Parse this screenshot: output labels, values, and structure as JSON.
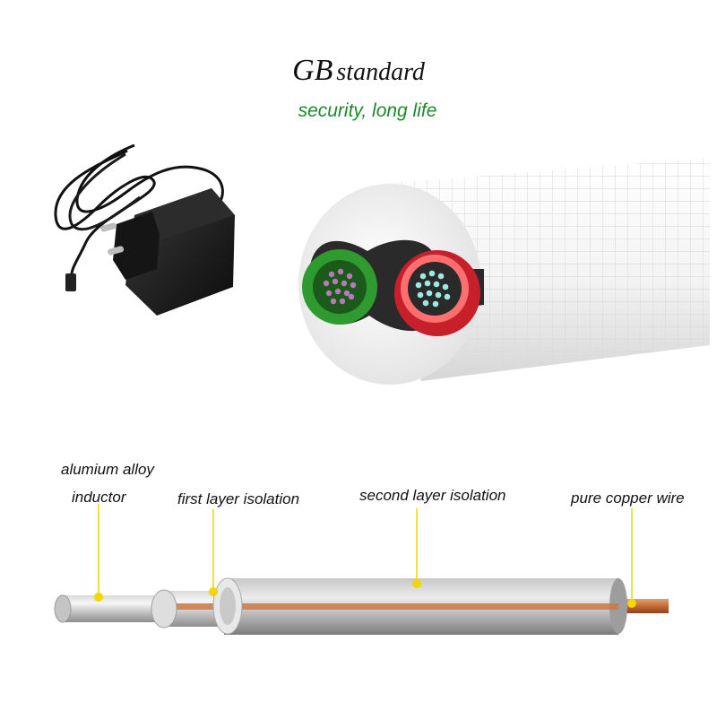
{
  "heading": {
    "prefix": "GB",
    "suffix": "standard"
  },
  "subheading": "security, long life",
  "colors": {
    "accent_green": "#1a8a2a",
    "leader_yellow": "#f2d600",
    "copper": "#c8703a"
  },
  "callouts": {
    "alloy_line1": "alumium alloy",
    "alloy_line2": "inductor",
    "first_layer": "first layer isolation",
    "second_layer": "second layer isolation",
    "copper": "pure copper wire"
  },
  "images": [
    "power-adapter",
    "twin-core-cable-cross-section",
    "layered-wire-cutaway"
  ]
}
